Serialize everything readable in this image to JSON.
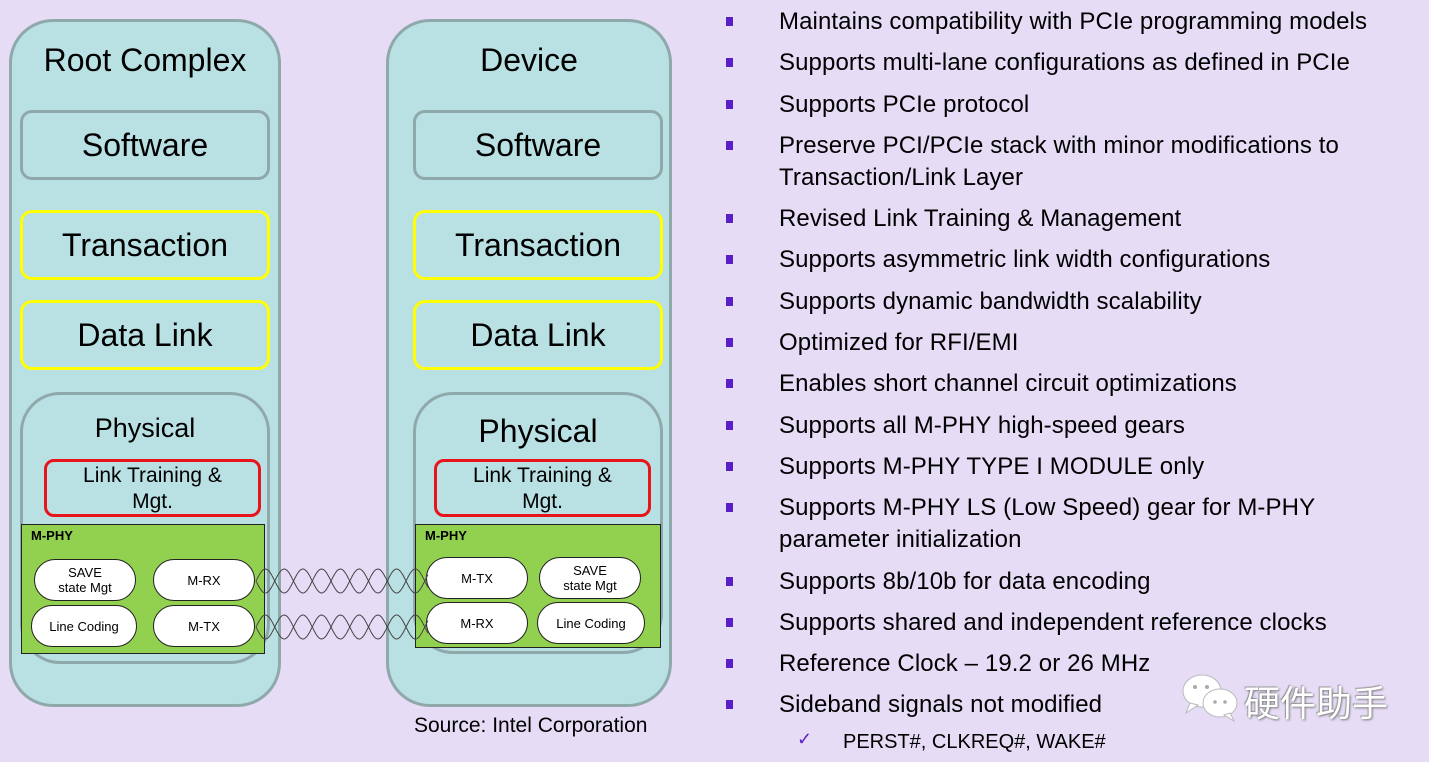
{
  "diagram": {
    "root_complex": {
      "title": "Root Complex",
      "layers": {
        "software": "Software",
        "transaction": "Transaction",
        "data_link": "Data Link",
        "physical": "Physical",
        "link_training": "Link Training & Mgt."
      },
      "mphy": {
        "label": "M-PHY",
        "blocks": {
          "save_state": "SAVE state Mgt",
          "line_coding": "Line Coding",
          "rx": "M-RX",
          "tx": "M-TX"
        }
      }
    },
    "device": {
      "title": "Device",
      "layers": {
        "software": "Software",
        "transaction": "Transaction",
        "data_link": "Data Link",
        "physical": "Physical",
        "link_training": "Link Training & Mgt."
      },
      "mphy": {
        "label": "M-PHY",
        "blocks": {
          "tx": "M-TX",
          "rx": "M-RX",
          "save_state": "SAVE state Mgt",
          "line_coding": "Line Coding"
        }
      }
    },
    "source": "Source: Intel Corporation",
    "colors": {
      "background": "#e6dcf6",
      "stack_fill": "#b9e0e3",
      "stack_border": "#8fa8aa",
      "transaction_datalink_border": "#ffff00",
      "link_training_border": "#e8141c",
      "mphy_fill": "#92d050",
      "bullet": "#5a1ec8"
    }
  },
  "features": [
    "Maintains compatibility with PCIe programming models",
    "Supports multi-lane configurations as defined in PCIe",
    "Supports PCIe protocol",
    "Preserve PCI/PCIe stack with minor modifications to Transaction/Link Layer",
    "Revised Link Training & Management",
    "Supports asymmetric link width configurations",
    "Supports dynamic bandwidth scalability",
    "Optimized for RFI/EMI",
    "Enables short channel circuit optimizations",
    "Supports all M-PHY high-speed gears",
    "Supports M-PHY TYPE I MODULE only",
    "Supports M-PHY LS (Low Speed) gear for M-PHY parameter initialization",
    "Supports 8b/10b for data encoding",
    "Supports shared and independent reference clocks",
    "Reference Clock – 19.2 or 26 MHz",
    "Sideband signals not modified"
  ],
  "sub_feature": {
    "icon": "checkmark-icon",
    "glyph": "✓",
    "text": "PERST#, CLKREQ#, WAKE#"
  },
  "watermark": {
    "icon": "wechat-icon",
    "text": "硬件助手"
  }
}
